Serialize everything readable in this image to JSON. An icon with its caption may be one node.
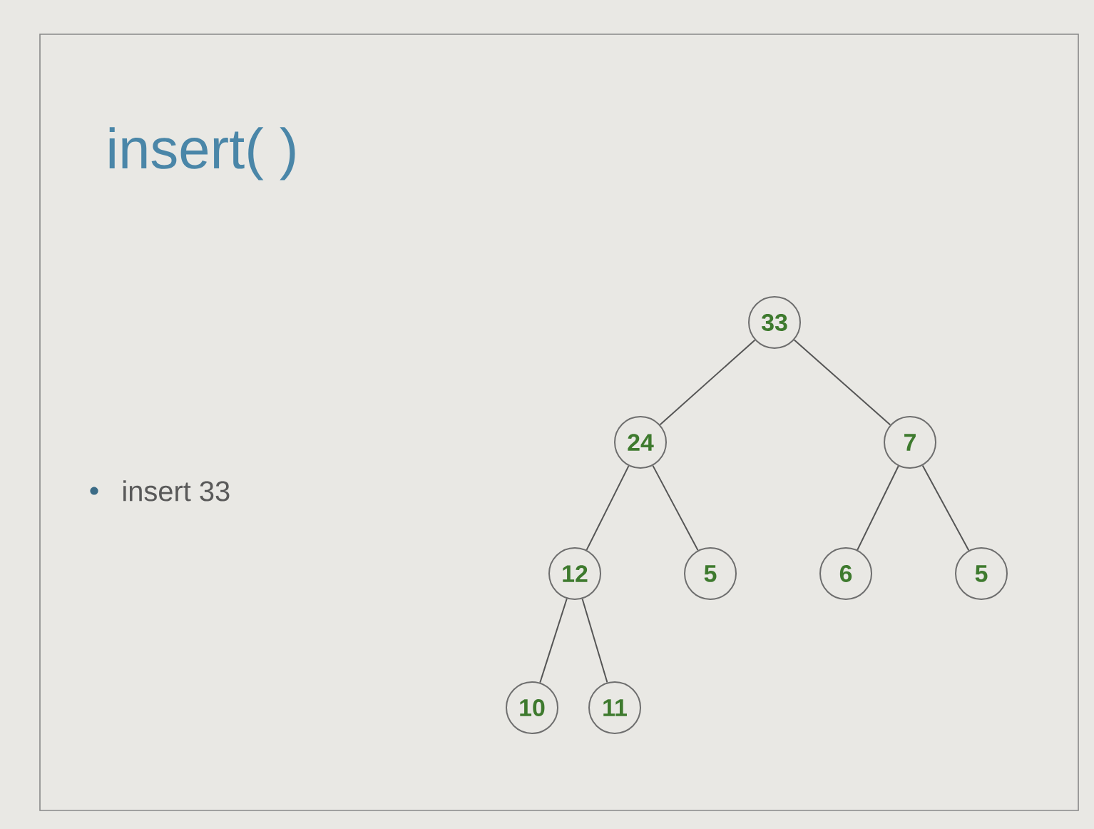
{
  "diagram": {
    "title": "insert( )",
    "nodes": [
      {
        "text": [
          "33"
        ]
      },
      {
        "text": [
          "24"
        ]
      },
      {
        "text": [
          "7"
        ]
      },
      {
        "text": [
          "12"
        ]
      },
      {
        "text": [
          "5"
        ]
      },
      {
        "text": [
          "6"
        ]
      },
      {
        "text": [
          "5"
        ]
      },
      {
        "text": [
          "10"
        ]
      },
      {
        "text": [
          "11"
        ]
      }
    ],
    "edges": [
      {
        "from": 0,
        "to": 1,
        "arrow": "none"
      },
      {
        "from": 0,
        "to": 2,
        "arrow": "none"
      },
      {
        "from": 1,
        "to": 3,
        "arrow": "none"
      },
      {
        "from": 1,
        "to": 4,
        "arrow": "none"
      },
      {
        "from": 2,
        "to": 5,
        "arrow": "none"
      },
      {
        "from": 2,
        "to": 6,
        "arrow": "none"
      },
      {
        "from": 3,
        "to": 7,
        "arrow": "none"
      },
      {
        "from": 3,
        "to": 8,
        "arrow": "none"
      }
    ],
    "labels": [
      "insert 33"
    ]
  }
}
